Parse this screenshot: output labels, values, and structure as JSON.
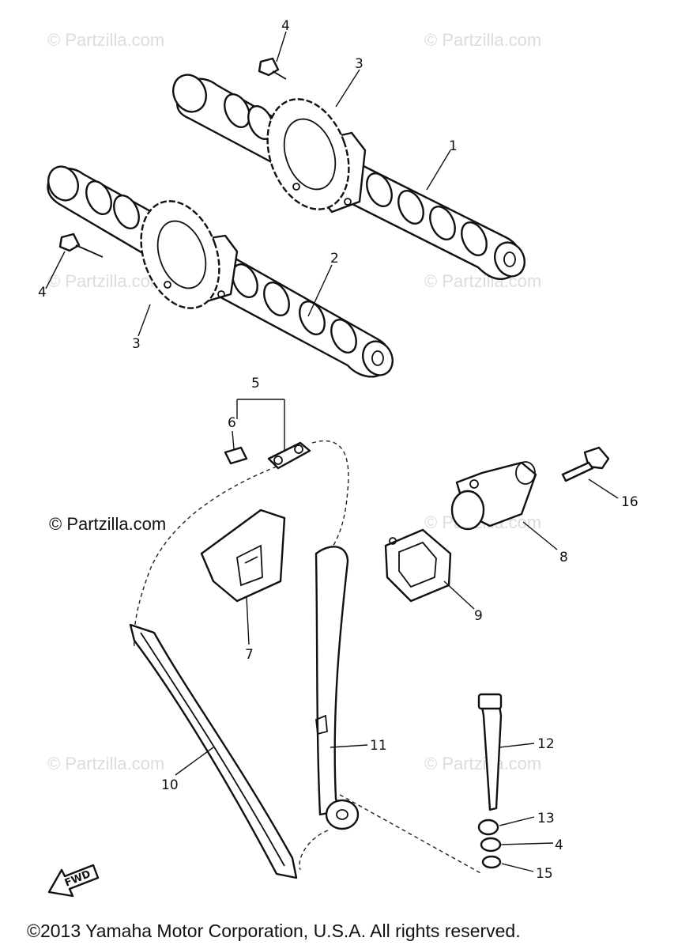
{
  "watermarks": {
    "text": "© Partzilla.com",
    "prominent": "© Partzilla.com"
  },
  "callouts": {
    "c1": "1",
    "c2": "2",
    "c3a": "3",
    "c3b": "3",
    "c4a": "4",
    "c4b": "4",
    "c4c": "4",
    "c5": "5",
    "c6": "6",
    "c7": "7",
    "c8": "8",
    "c9": "9",
    "c10": "10",
    "c11": "11",
    "c12": "12",
    "c13": "13",
    "c15": "15",
    "c16": "16"
  },
  "fwd_label": "FWD",
  "footer": "©2013 Yamaha Motor Corporation, U.S.A. All rights reserved.",
  "colors": {
    "line": "#111111",
    "watermark": "#dcdcdc",
    "background": "#ffffff"
  }
}
